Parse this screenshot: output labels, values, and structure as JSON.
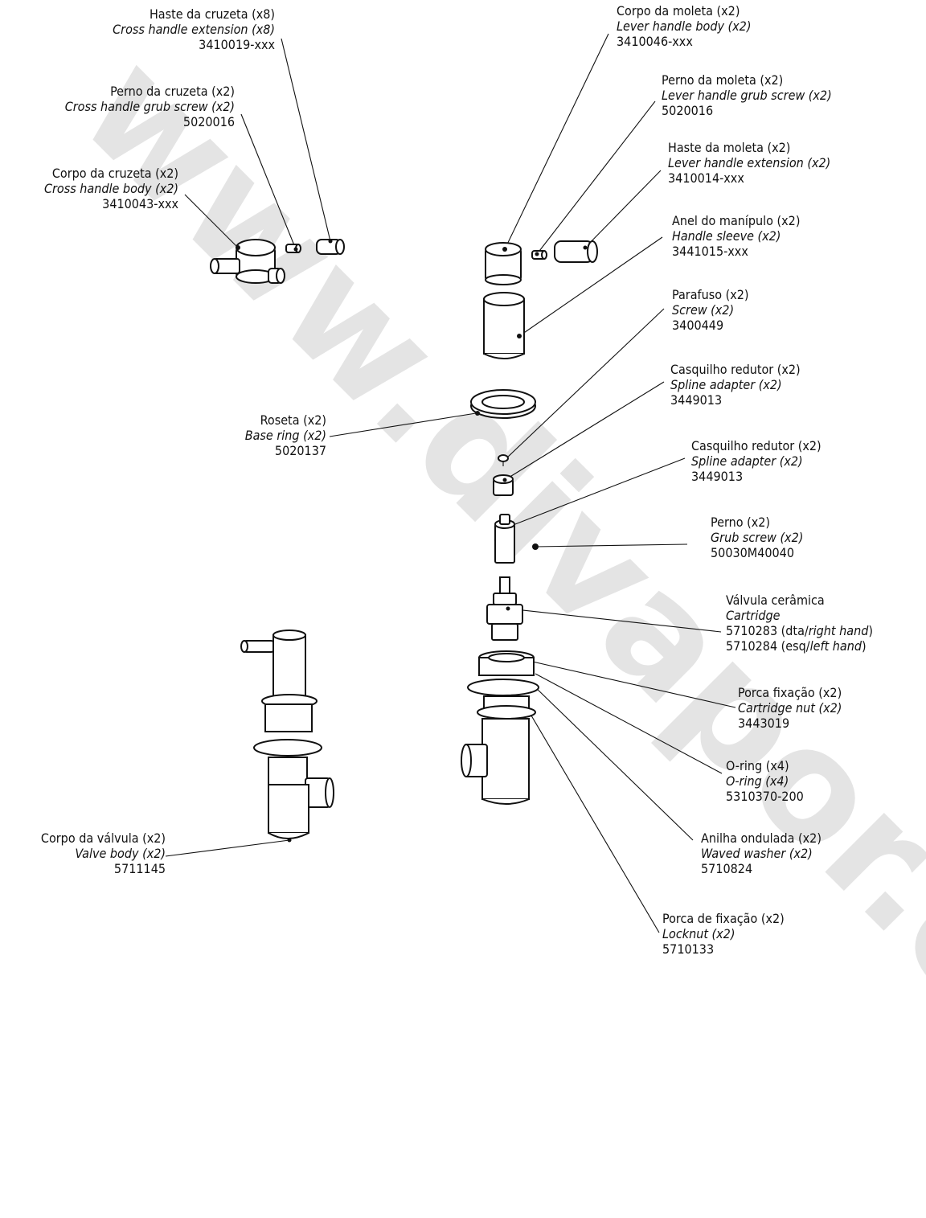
{
  "watermark": "www.divapor.com",
  "labels": {
    "cross_ext": {
      "pt": "Haste da cruzeta (x8)",
      "en": "Cross handle extension (x8)",
      "code": "3410019-xxx"
    },
    "cross_grub": {
      "pt": "Perno da cruzeta (x2)",
      "en": "Cross handle grub screw (x2)",
      "code": "5020016"
    },
    "cross_body": {
      "pt": "Corpo da cruzeta (x2)",
      "en": "Cross handle body (x2)",
      "code": "3410043-xxx"
    },
    "lever_body": {
      "pt": "Corpo da moleta (x2)",
      "en": "Lever handle body (x2)",
      "code": "3410046-xxx"
    },
    "lever_grub": {
      "pt": "Perno da moleta (x2)",
      "en": "Lever handle grub screw (x2)",
      "code": "5020016"
    },
    "lever_ext": {
      "pt": "Haste da moleta (x2)",
      "en": "Lever handle extension (x2)",
      "code": "3410014-xxx"
    },
    "sleeve": {
      "pt": "Anel do manípulo (x2)",
      "en": "Handle sleeve (x2)",
      "code": "3441015-xxx"
    },
    "screw": {
      "pt": "Parafuso (x2)",
      "en": "Screw (x2)",
      "code": "3400449"
    },
    "spline1": {
      "pt": "Casquilho redutor (x2)",
      "en": "Spline adapter (x2)",
      "code": "3449013"
    },
    "base_ring": {
      "pt": "Roseta (x2)",
      "en": "Base ring (x2)",
      "code": "5020137"
    },
    "spline2": {
      "pt": "Casquilho redutor (x2)",
      "en": "Spline adapter (x2)",
      "code": "3449013"
    },
    "grub": {
      "pt": "Perno (x2)",
      "en": "Grub screw (x2)",
      "code": "50030M40040"
    },
    "cartridge": {
      "pt": "Válvula cerâmica",
      "en": "Cartridge",
      "code_r_num": "5710283 (dta/",
      "code_r_en": "right hand",
      "code_r_end": ")",
      "code_l_num": "5710284 (esq/",
      "code_l_en": "left hand",
      "code_l_end": ")"
    },
    "cart_nut": {
      "pt": "Porca fixação (x2)",
      "en": "Cartridge nut (x2)",
      "code": "3443019"
    },
    "oring": {
      "pt": "O-ring (x4)",
      "en": "O-ring (x4)",
      "code": "5310370-200"
    },
    "valve_body": {
      "pt": "Corpo da válvula (x2)",
      "en": "Valve body (x2)",
      "code": "5711145"
    },
    "washer": {
      "pt": "Anilha ondulada (x2)",
      "en": "Waved washer (x2)",
      "code": "5710824"
    },
    "locknut": {
      "pt": "Porca de fixação (x2)",
      "en": "Locknut (x2)",
      "code": "5710133"
    }
  }
}
